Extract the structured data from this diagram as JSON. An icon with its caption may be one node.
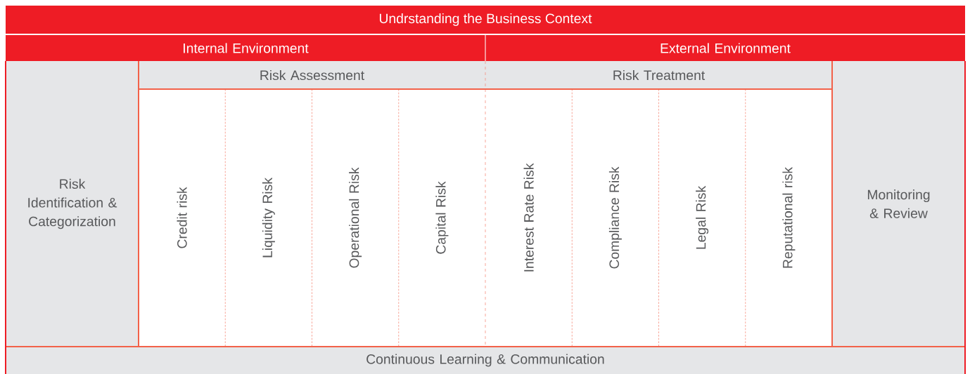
{
  "diagram": {
    "title": "Undrstanding the Business Context",
    "nodes": [
      {
        "text": [
          "Internal Environment"
        ]
      },
      {
        "text": [
          "External Environment"
        ]
      },
      {
        "text": [
          "Risk Identification & Categorization"
        ]
      },
      {
        "text": [
          "Risk Assessment"
        ]
      },
      {
        "text": [
          "Risk Treatment"
        ]
      },
      {
        "text": [
          "Monitoring & Review"
        ]
      },
      {
        "text": [
          "Credit risk"
        ]
      },
      {
        "text": [
          "Liquidity Risk"
        ]
      },
      {
        "text": [
          "Operational Risk"
        ]
      },
      {
        "text": [
          "Capital Risk"
        ]
      },
      {
        "text": [
          "Interest Rate Risk"
        ]
      },
      {
        "text": [
          "Compliance Risk"
        ]
      },
      {
        "text": [
          "Legal Risk"
        ]
      },
      {
        "text": [
          "Reputational risk"
        ]
      },
      {
        "text": [
          "Continuous Learning & Communication"
        ]
      }
    ]
  }
}
